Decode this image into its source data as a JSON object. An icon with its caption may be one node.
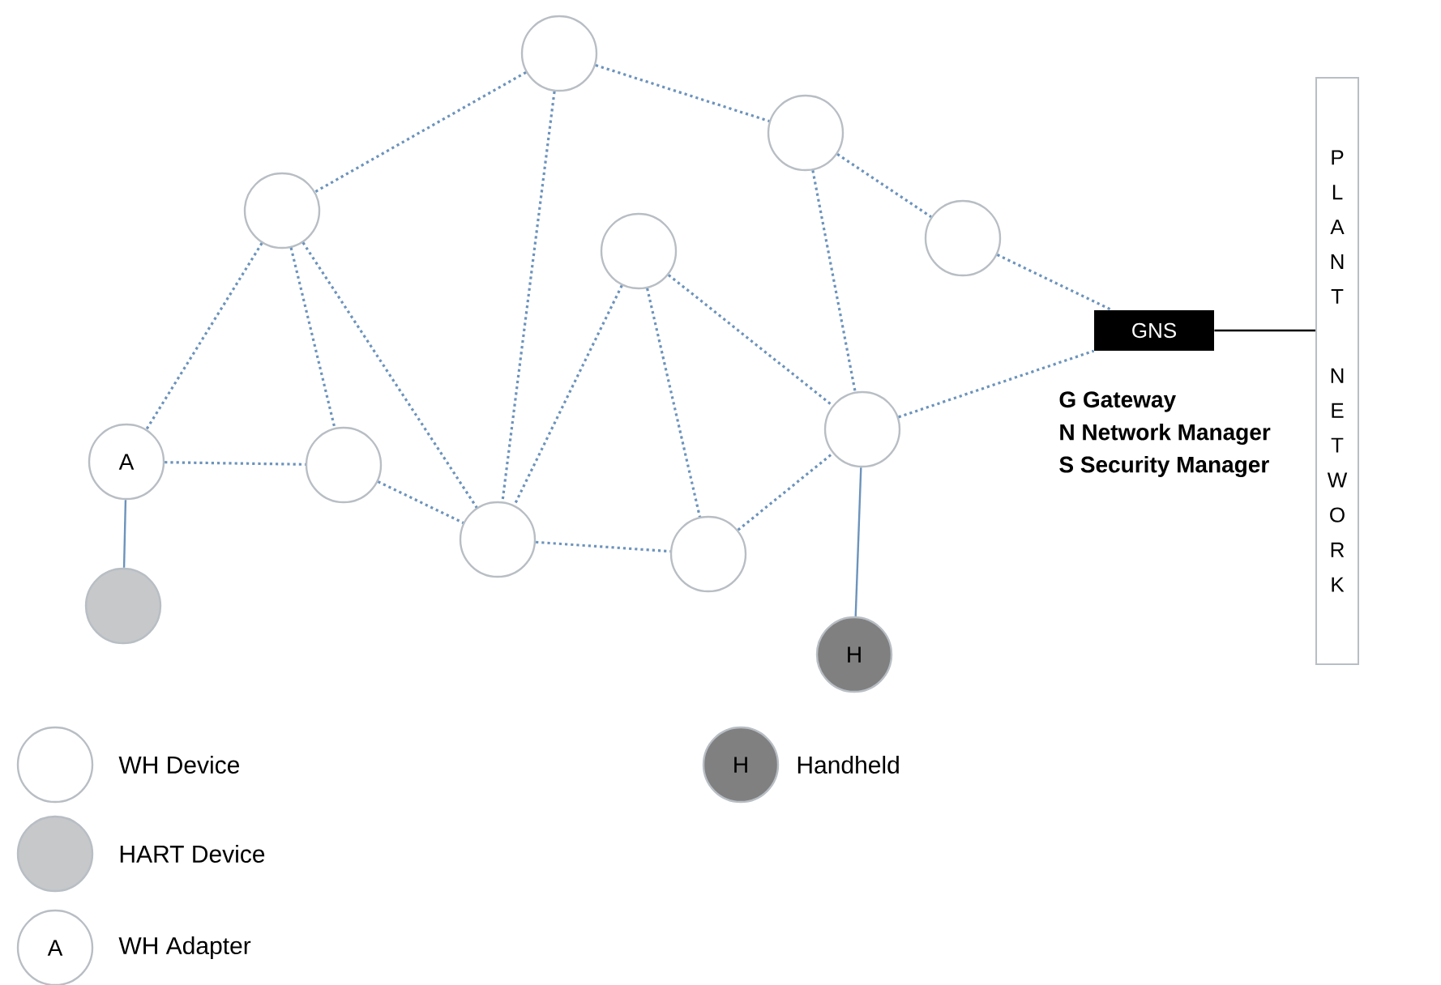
{
  "diagram": {
    "nodes": [
      {
        "text": [],
        "shape": "circle"
      },
      {
        "text": [],
        "shape": "circle"
      },
      {
        "text": [],
        "shape": "circle"
      },
      {
        "text": [],
        "shape": "circle"
      },
      {
        "text": [],
        "shape": "circle"
      },
      {
        "text": [
          "GNS"
        ]
      },
      {
        "text": [
          "PLANT NETWORK"
        ]
      },
      {
        "text": [
          "A"
        ]
      },
      {
        "text": [],
        "shape": "circle"
      },
      {
        "text": [],
        "shape": "circle"
      },
      {
        "text": [],
        "shape": "circle"
      },
      {
        "text": [],
        "shape": "circle"
      },
      {
        "text": [],
        "shape": "circle"
      },
      {
        "text": [
          "H"
        ]
      }
    ],
    "edges": [
      {
        "from": 0,
        "to": 1,
        "arrow": "none",
        "style": "dashed"
      },
      {
        "from": 0,
        "to": 2,
        "arrow": "none",
        "style": "dashed"
      },
      {
        "from": 0,
        "to": 10,
        "arrow": "none",
        "style": "dashed"
      },
      {
        "from": 1,
        "to": 4,
        "arrow": "none",
        "style": "dashed"
      },
      {
        "from": 1,
        "to": 9,
        "arrow": "none",
        "style": "dashed"
      },
      {
        "from": 2,
        "to": 7,
        "arrow": "none",
        "style": "dashed"
      },
      {
        "from": 2,
        "to": 8,
        "arrow": "none",
        "style": "dashed"
      },
      {
        "from": 2,
        "to": 10,
        "arrow": "none",
        "style": "dashed"
      },
      {
        "from": 3,
        "to": 10,
        "arrow": "none",
        "style": "dashed"
      },
      {
        "from": 3,
        "to": 11,
        "arrow": "none",
        "style": "dashed"
      },
      {
        "from": 3,
        "to": 9,
        "arrow": "none",
        "style": "dashed"
      },
      {
        "from": 4,
        "to": 5,
        "arrow": "none",
        "style": "dashed"
      },
      {
        "from": 9,
        "to": 5,
        "arrow": "none",
        "style": "dashed"
      },
      {
        "from": 5,
        "to": 6,
        "arrow": "none",
        "color": "#000000"
      },
      {
        "from": 7,
        "to": 8,
        "arrow": "none",
        "style": "dashed"
      },
      {
        "from": 8,
        "to": 10,
        "arrow": "none",
        "style": "dashed"
      },
      {
        "from": 10,
        "to": 11,
        "arrow": "none",
        "style": "dashed"
      },
      {
        "from": 11,
        "to": 9,
        "arrow": "none",
        "style": "dashed"
      },
      {
        "from": 7,
        "to": 12,
        "arrow": "none"
      },
      {
        "from": 9,
        "to": 13,
        "arrow": "none"
      }
    ],
    "labels": [
      "G Gateway",
      "N Network Manager",
      "S Security Manager",
      "H",
      "A"
    ],
    "legend": [
      {
        "text": "WH Device"
      },
      {
        "text": "Handheld",
        "color": "#808080"
      },
      {
        "text": "HART Device",
        "color": "#c6c8ca"
      },
      {
        "text": "WH Adapter"
      }
    ]
  }
}
